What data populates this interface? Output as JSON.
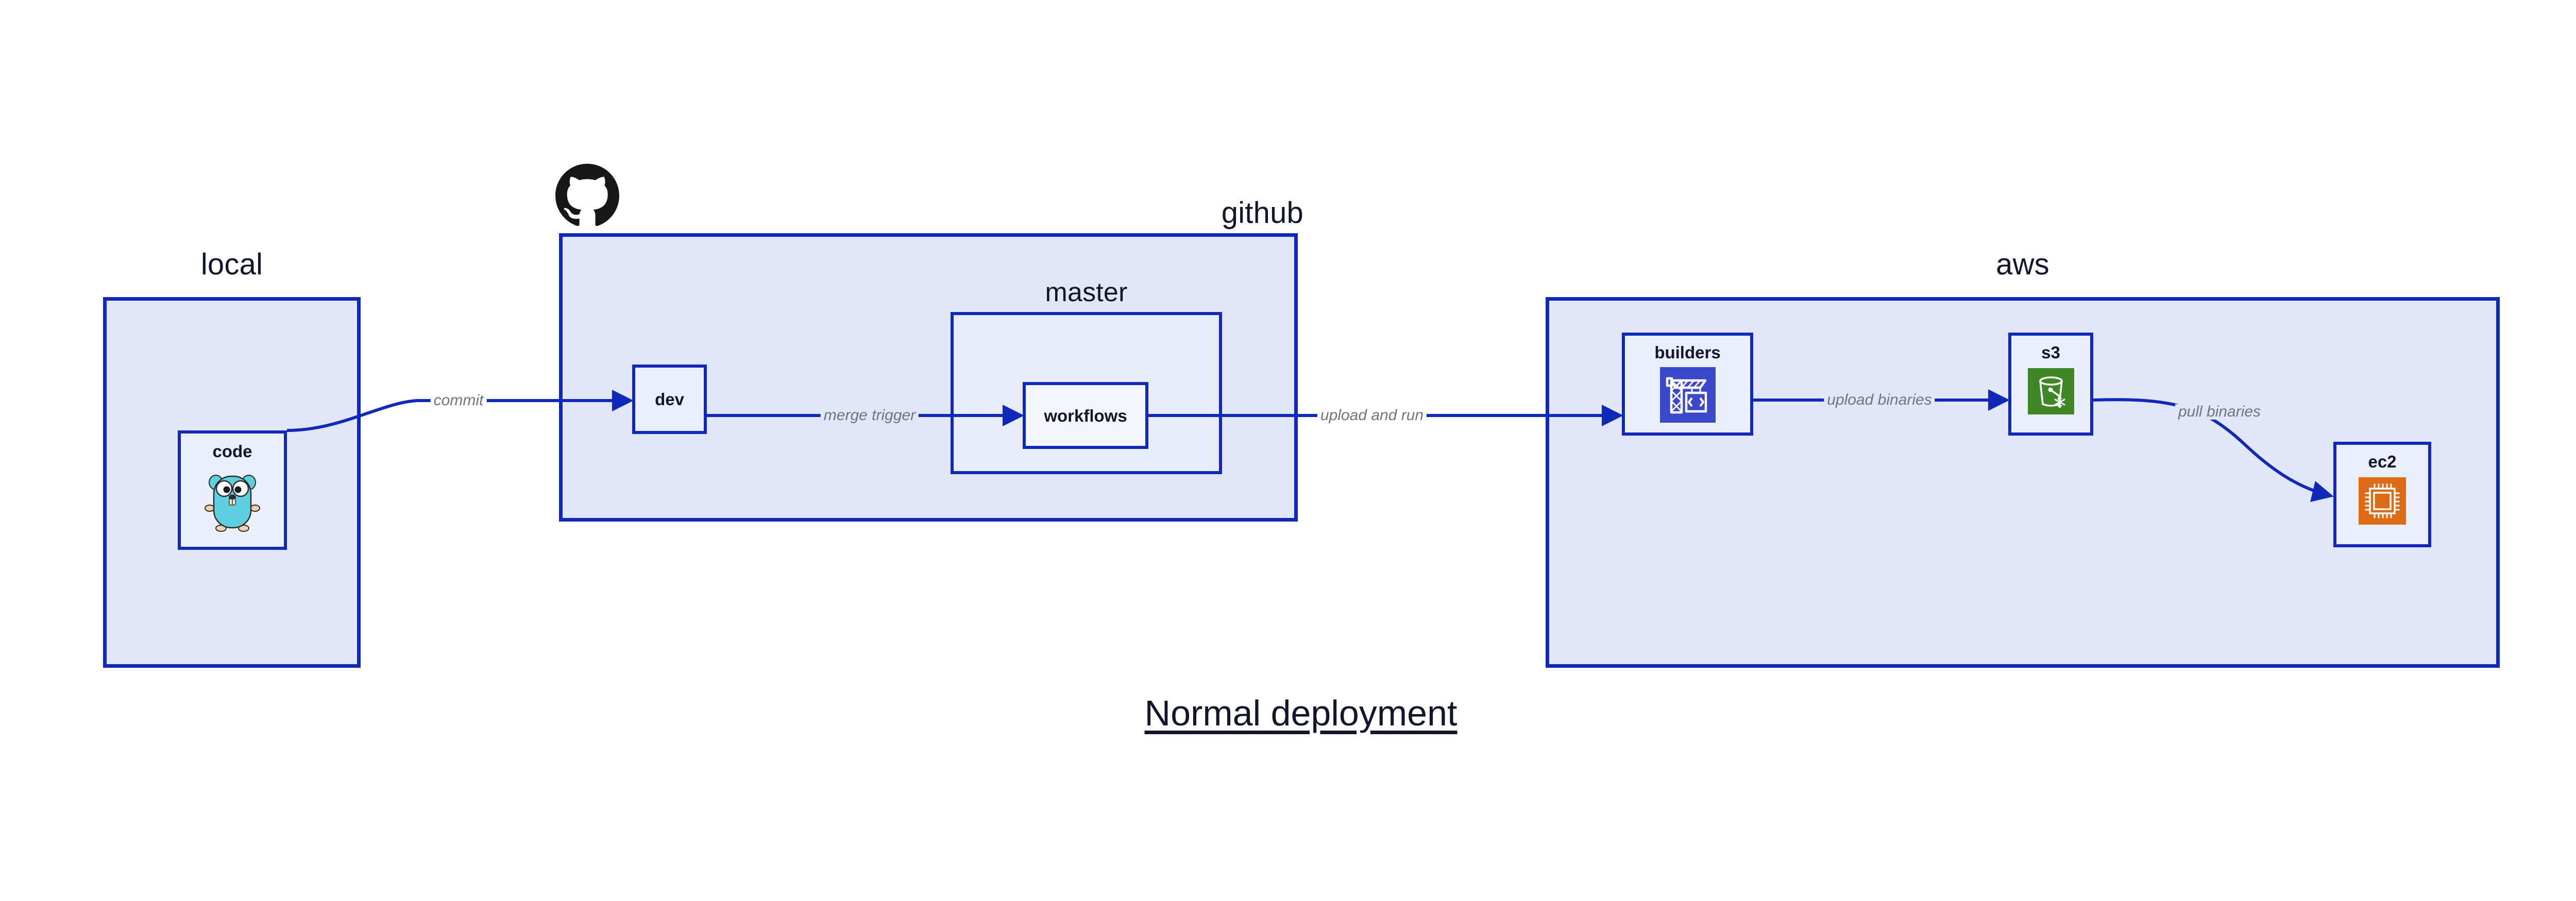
{
  "diagram": {
    "caption": "Normal deployment",
    "accent_border": "#1129b8",
    "group_fill": "#e1e7f9",
    "node_fill": "#ebeffc",
    "label_color": "#12152b",
    "edge_label_color": "#6f7480"
  },
  "groups": [
    {
      "id": "local",
      "label": "local"
    },
    {
      "id": "github",
      "label": "github"
    },
    {
      "id": "master",
      "label": "master"
    },
    {
      "id": "aws",
      "label": "aws"
    }
  ],
  "nodes": [
    {
      "id": "code",
      "label": "code",
      "icon": "go-gopher-icon"
    },
    {
      "id": "dev",
      "label": "dev",
      "icon": null
    },
    {
      "id": "workflows",
      "label": "workflows",
      "icon": null
    },
    {
      "id": "builders",
      "label": "builders",
      "icon": "aws-codebuild-icon",
      "icon_color": "#3b48cc"
    },
    {
      "id": "s3",
      "label": "s3",
      "icon": "aws-s3-bucket-icon",
      "icon_color": "#3f8624"
    },
    {
      "id": "ec2",
      "label": "ec2",
      "icon": "aws-ec2-chip-icon",
      "icon_color": "#dd6a14"
    }
  ],
  "edges": [
    {
      "id": "commit",
      "label": "commit",
      "from": "code",
      "to": "dev"
    },
    {
      "id": "merge-trigger",
      "label": "merge trigger",
      "from": "dev",
      "to": "workflows"
    },
    {
      "id": "upload-and-run",
      "label": "upload and run",
      "from": "workflows",
      "to": "builders"
    },
    {
      "id": "upload-binaries",
      "label": "upload binaries",
      "from": "builders",
      "to": "s3"
    },
    {
      "id": "pull-binaries",
      "label": "pull binaries",
      "from": "s3",
      "to": "ec2"
    }
  ],
  "logos": [
    {
      "id": "github-octocat",
      "name": "github-octocat-logo",
      "color": "#171717"
    }
  ]
}
